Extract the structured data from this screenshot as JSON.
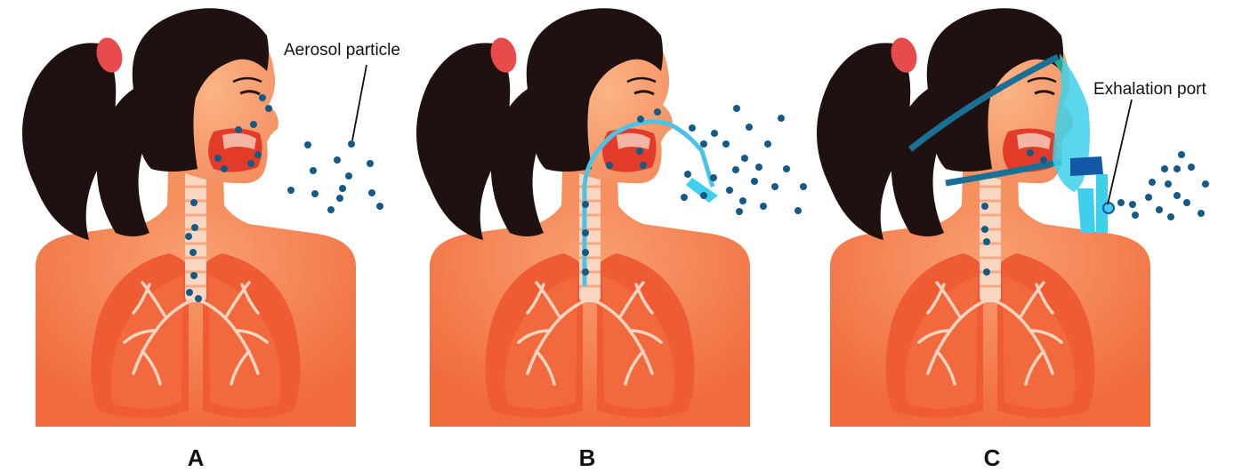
{
  "panels": [
    {
      "label": "A",
      "callout": "Aerosol particle"
    },
    {
      "label": "B"
    },
    {
      "label": "C",
      "callout": "Exhalation port"
    }
  ],
  "colors": {
    "hair": "#1e1110",
    "hair_tie": "#e84b4b",
    "skin": "#f47c54",
    "skin_light": "#f9a071",
    "lung": "#ef5b33",
    "lung_lobe": "#f26a3f",
    "airway": "#f8d6c2",
    "throat": "#e33b2a",
    "particle": "#135b86",
    "tube": "#4cc3e6",
    "mask": "#3ed0ea",
    "strap": "#1a6f94",
    "port_blue": "#1358a6"
  },
  "icons": [
    "head-silhouette-icon",
    "lungs-icon",
    "nasal-cannula-icon",
    "oxygen-mask-icon"
  ]
}
